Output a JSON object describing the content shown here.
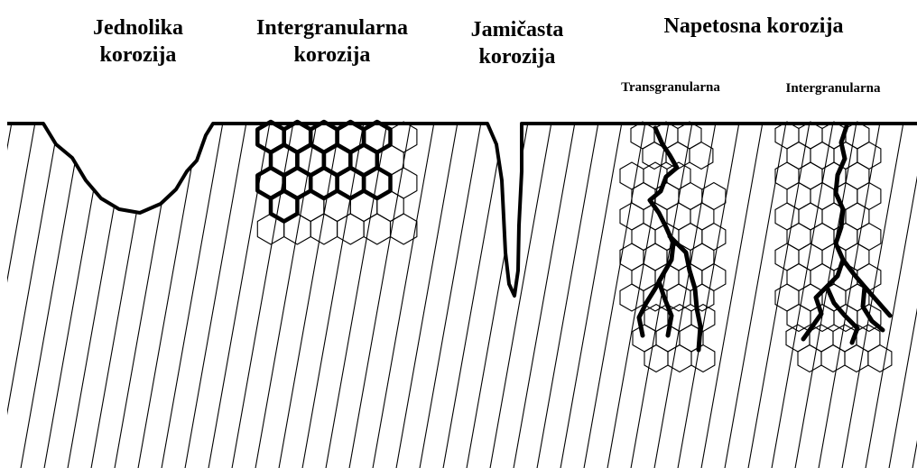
{
  "labels": {
    "uniform": {
      "line1": "Jednolika",
      "line2": "korozija"
    },
    "intergranular": {
      "line1": "Intergranularna",
      "line2": "korozija"
    },
    "pitting": {
      "line1": "Jamičasta",
      "line2": "korozija"
    },
    "stress": {
      "title": "Napetosna korozija"
    },
    "transgranular_sub": "Transgranularna",
    "intergranular_sub": "Intergranularna"
  },
  "colors": {
    "ink": "#000000",
    "background": "#ffffff"
  }
}
